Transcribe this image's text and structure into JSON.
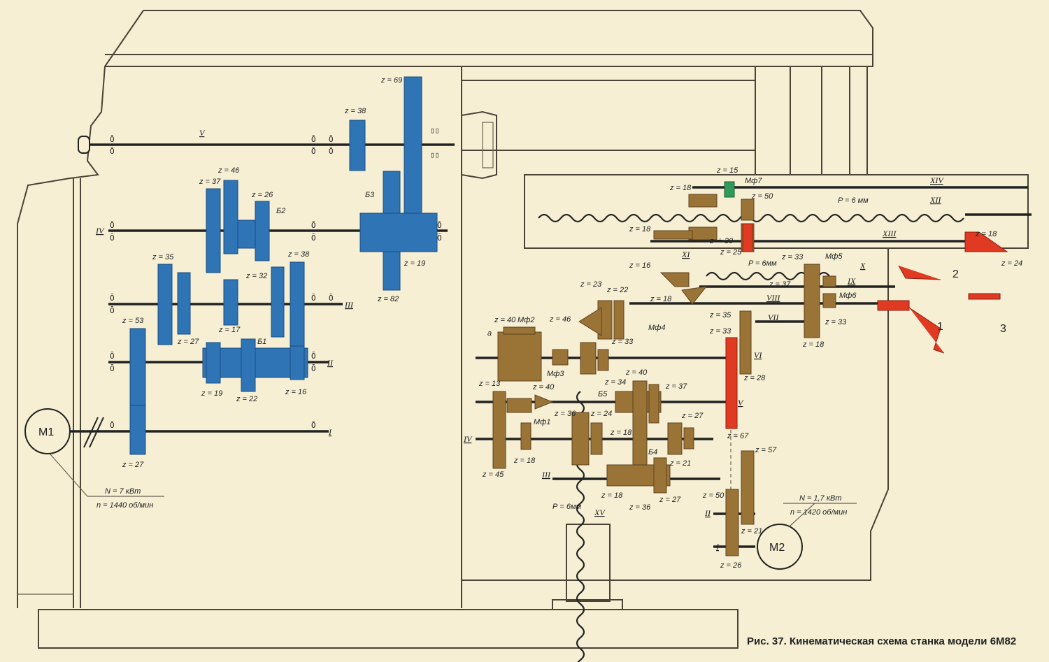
{
  "caption": "Рис. 37. Кинематическая схема станка модели 6М82",
  "motors": {
    "m1": {
      "label": "M1",
      "power": "N = 7 кВт",
      "speed": "n = 1440 об/мин"
    },
    "m2": {
      "label": "M2",
      "power": "N = 1,7 кВт",
      "speed": "n = 1420 об/мин"
    }
  },
  "left_gearbox": {
    "shafts": [
      "I",
      "II",
      "III",
      "IV",
      "V"
    ],
    "gears": [
      "z = 69",
      "z = 38",
      "z = 46",
      "z = 37",
      "z = 26",
      "z = 35",
      "z = 32",
      "z = 38",
      "z = 27",
      "z = 17",
      "z = 53",
      "z = 19",
      "z = 22",
      "z = 16",
      "z = 27",
      "z = 19",
      "z = 82"
    ],
    "blocks": [
      "Б1",
      "Б2",
      "Б3"
    ]
  },
  "feed_box": {
    "shafts": [
      "I",
      "II",
      "III",
      "IV",
      "V",
      "VI",
      "VII",
      "VIII",
      "IX",
      "X",
      "XI",
      "XII",
      "XIII",
      "XIV",
      "XV"
    ],
    "gears": [
      "z = 15",
      "z = 18",
      "z = 50",
      "z = 18",
      "z ≐ 30",
      "z = 25",
      "z = 18",
      "z = 24",
      "z = 16",
      "z = 33",
      "z = 37",
      "z = 18",
      "z = 33",
      "z = 23",
      "z = 22",
      "z = 18",
      "z = 40",
      "z = 46",
      "z = 33",
      "z = 35",
      "z = 33",
      "z = 28",
      "z = 13",
      "z = 40",
      "z = 36",
      "z = 24",
      "z = 34",
      "z = 40",
      "z = 37",
      "z = 18",
      "z = 27",
      "z = 45",
      "z = 18",
      "z = 21",
      "z = 18",
      "z = 36",
      "z = 27",
      "z = 67",
      "z = 57",
      "z = 50",
      "z = 21",
      "z = 26"
    ],
    "clutches": [
      "Мф1",
      "Мф2",
      "Мф3",
      "Мф4",
      "Мф5",
      "Мф6",
      "Мф7"
    ],
    "blocks": [
      "Б4",
      "Б5"
    ],
    "pitches": [
      "P = 6 мм",
      "P = 6мм",
      "Р = 6мм"
    ],
    "misc": [
      "a"
    ]
  },
  "handles": [
    "1",
    "2",
    "3"
  ],
  "colors": {
    "spindle_train": "#2f74b5",
    "feed_train": "#9a7336",
    "controls": "#e03a22",
    "indicator": "#2f9a5a",
    "paper": "#f6efd4"
  }
}
